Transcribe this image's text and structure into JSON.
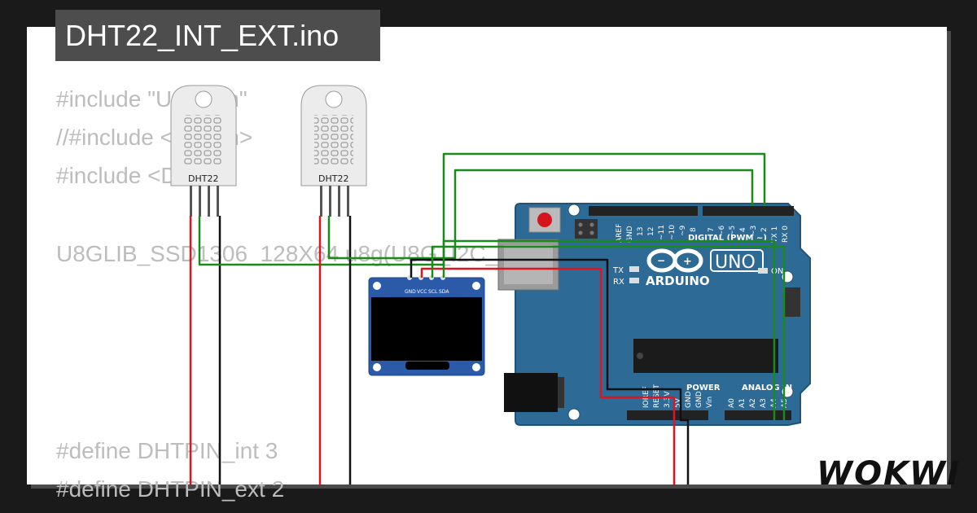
{
  "window": {
    "title": "DHT22_INT_EXT.ino",
    "brand": "WOKWI"
  },
  "code_lines": [
    "#include \"U8glib.h\"",
    "//#include <Wire.h>",
    "#include <DHT.h>",
    "",
    "U8GLIB_SSD1306_128X64 u8g(U8G_I2C_OPT_NONE);",
    "#define DHTPIN_int 3",
    "#define DHTPIN_ext 2"
  ],
  "components": {
    "dht_int": {
      "label": "DHT22"
    },
    "dht_ext": {
      "label": "DHT22"
    },
    "oled": {
      "pins": [
        "GND",
        "VCC",
        "SCL",
        "SDA"
      ]
    },
    "arduino": {
      "logo_text": "ARDUINO",
      "model": "UNO",
      "reset_label": "RESET",
      "digital_label": "DIGITAL (PWM ~)",
      "power_label": "POWER",
      "analog_label": "ANALOG IN",
      "on_label": "ON",
      "tx_label": "TX",
      "rx_label": "RX",
      "digital_pins": [
        "AREF",
        "GND",
        "13",
        "12",
        "~11",
        "~10",
        "~9",
        "8",
        "7",
        "~6",
        "~5",
        "4",
        "~3",
        "2",
        "TX 1",
        "RX 0"
      ],
      "power_pins": [
        "IOREF",
        "RESET",
        "3.3V",
        "5V",
        "GND",
        "GND",
        "Vin"
      ],
      "analog_pins": [
        "A0",
        "A1",
        "A2",
        "A3",
        "A4",
        "A5"
      ]
    }
  },
  "colors": {
    "background": "#1a1a1a",
    "canvas": "#ffffff",
    "code_text": "#bdbdbd",
    "title_bg": "#4d4d4d",
    "board": "#2d6a96",
    "wire_green": "#1a8a1a",
    "wire_red": "#e0141e",
    "wire_black": "#111111",
    "oled_board": "#2a5aa8"
  }
}
